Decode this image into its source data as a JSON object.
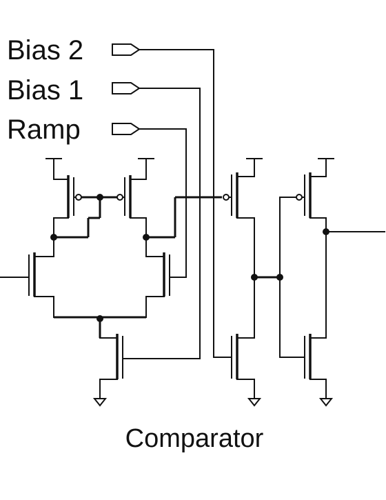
{
  "diagram": {
    "inputs": [
      {
        "name": "bias2",
        "label": "Bias 2"
      },
      {
        "name": "bias1",
        "label": "Bias 1"
      },
      {
        "name": "ramp",
        "label": "Ramp"
      }
    ],
    "caption": "Comparator",
    "colors": {
      "ink": "#111111",
      "background": "#ffffff"
    }
  }
}
